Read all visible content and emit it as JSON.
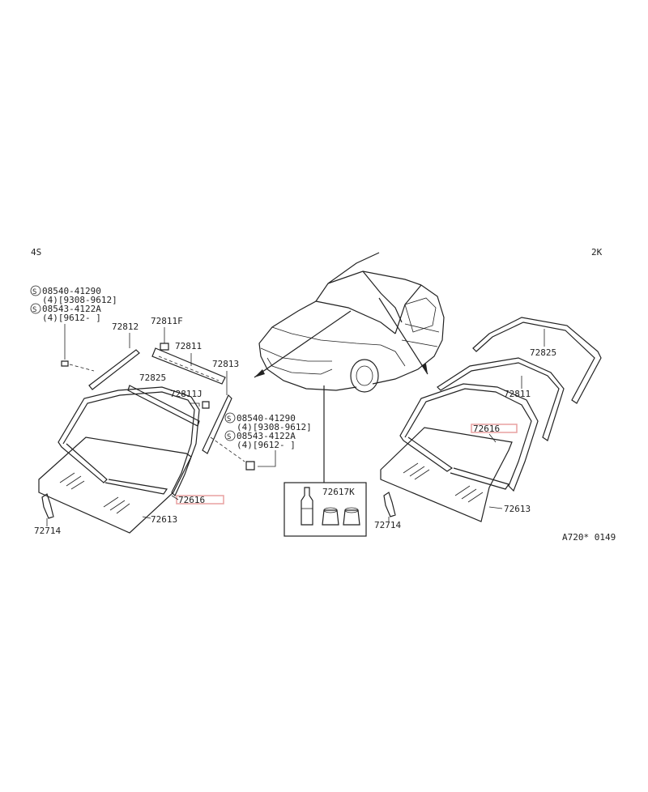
{
  "labels": {
    "variant_4s": "4S",
    "variant_2k": "2K",
    "drawing_code": "A720* 0149"
  },
  "left": {
    "bolt1_code": "08540-41290",
    "bolt1_note": "(4)[9308-9612]",
    "bolt2_code": "08543-4122A",
    "bolt2_note": "(4)[9612-     ]",
    "p72812": "72812",
    "p72811f": "72811F",
    "p72811": "72811",
    "p72813": "72813",
    "p72825": "72825",
    "p72811j": "72811J",
    "bolt3_code": "08540-41290",
    "bolt3_note": "(4)[9308-9612]",
    "bolt4_code": "08543-4122A",
    "bolt4_note": "(4)[9612-     ]",
    "p72616": "72616",
    "p72613": "72613",
    "p72714": "72714"
  },
  "center": {
    "p72617k": "72617K"
  },
  "right": {
    "p72825": "72825",
    "p72811": "72811",
    "p72616": "72616",
    "p72613": "72613",
    "p72714": "72714"
  },
  "screw_symbol": "S",
  "colors": {
    "line": "#222222",
    "highlight": "#e8a0a0"
  }
}
